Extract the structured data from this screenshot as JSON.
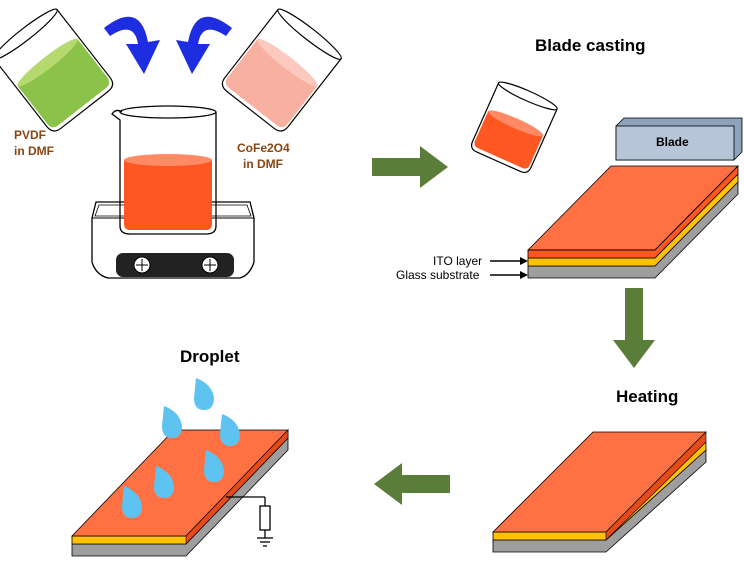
{
  "steps": {
    "blade_casting": "Blade casting",
    "heating": "Heating",
    "droplet": "Droplet"
  },
  "solutions": {
    "pvdf_line1": "PVDF",
    "pvdf_line2": "in DMF",
    "cofe_line1": "CoFe2O4",
    "cofe_line2": "in DMF"
  },
  "labels": {
    "blade": "Blade",
    "ito_layer": "ITO layer",
    "glass_substrate": "Glass substrate"
  },
  "colors": {
    "film": "#FF7043",
    "ito": "#FFC107",
    "glass": "#9E9E9E",
    "solution": "#FF5722",
    "pvdf": "#8BC34A",
    "cofe": "#F8B0A0",
    "arrow_green": "#5B7D3A",
    "arrow_blue": "#1E2DE0",
    "droplet": "#5EC3F0"
  }
}
